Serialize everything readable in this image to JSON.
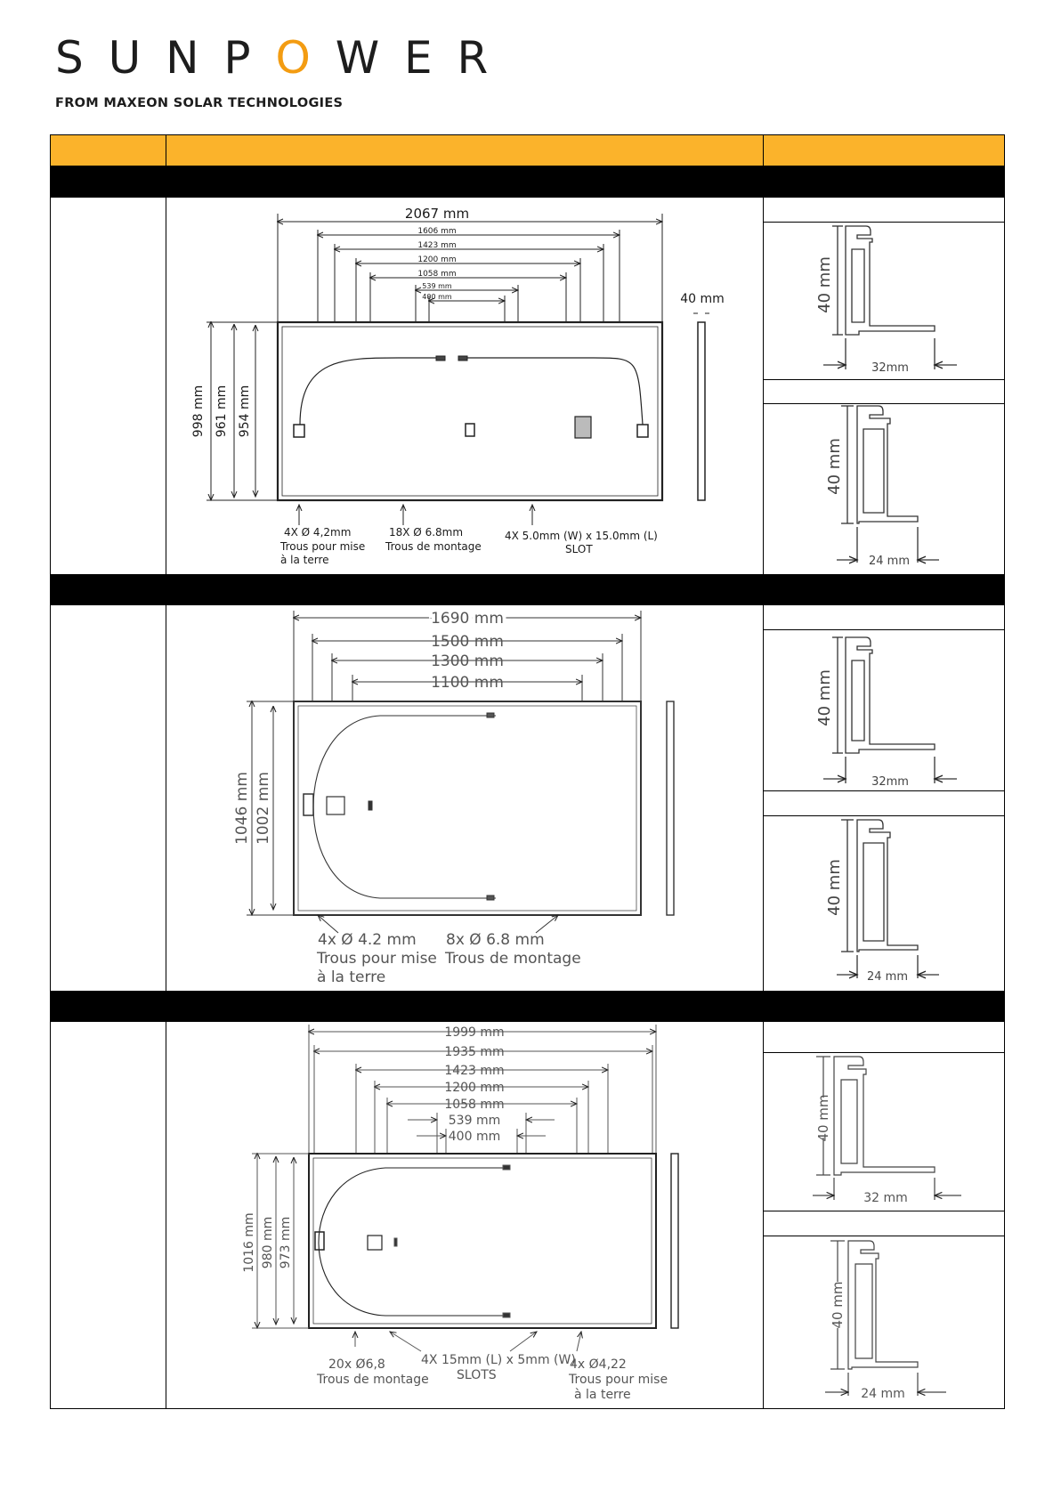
{
  "brand": {
    "name": "SUNPOWER",
    "tagline": "FROM MAXEON SOLAR TECHNOLOGIES",
    "accent_color": "#f39c12"
  },
  "table": {
    "header_color": "#fbb32b",
    "section_bar_color": "#000000",
    "header_cells": [
      "",
      "",
      ""
    ]
  },
  "sections": [
    {
      "dims_top": [
        "2067 mm",
        "1606 mm",
        "1423 mm",
        "1200 mm",
        "1058 mm",
        "539 mm",
        "400 mm"
      ],
      "dims_left": [
        "998 mm",
        "961 mm",
        "954 mm"
      ],
      "side_dim": "40 mm",
      "notes": [
        [
          "4X Ø 4,2mm",
          "Trous pour mise",
          "à la terre"
        ],
        [
          "18X Ø 6.8mm",
          "Trous de montage"
        ],
        [
          "4X 5.0mm (W) x 15.0mm (L)",
          "SLOT"
        ]
      ],
      "profiles": [
        {
          "height": "40 mm",
          "width": "32mm"
        },
        {
          "height": "40 mm",
          "width": "24 mm"
        }
      ]
    },
    {
      "dims_top": [
        "1690 mm",
        "1500 mm",
        "1300 mm",
        "1100 mm"
      ],
      "dims_left": [
        "1046 mm",
        "1002 mm"
      ],
      "notes": [
        [
          "4x Ø 4.2 mm",
          "Trous pour mise",
          "à la terre"
        ],
        [
          "8x Ø 6.8 mm",
          "Trous de montage"
        ]
      ],
      "profiles": [
        {
          "height": "40 mm",
          "width": "32mm"
        },
        {
          "height": "40 mm",
          "width": "24 mm"
        }
      ]
    },
    {
      "dims_top": [
        "1999 mm",
        "1935 mm",
        "1423 mm",
        "1200 mm",
        "1058 mm",
        "539 mm",
        "400 mm"
      ],
      "dims_left": [
        "1016 mm",
        "980 mm",
        "973 mm"
      ],
      "notes": [
        [
          "20x Ø6,8",
          "Trous de montage"
        ],
        [
          "4X 15mm (L) x 5mm (W)",
          "SLOTS"
        ],
        [
          "4x Ø4,22",
          "Trous pour mise",
          "à la terre"
        ]
      ],
      "profiles": [
        {
          "height": "40 mm",
          "width": "32 mm"
        },
        {
          "height": "40 mm",
          "width": "24 mm"
        }
      ]
    }
  ]
}
